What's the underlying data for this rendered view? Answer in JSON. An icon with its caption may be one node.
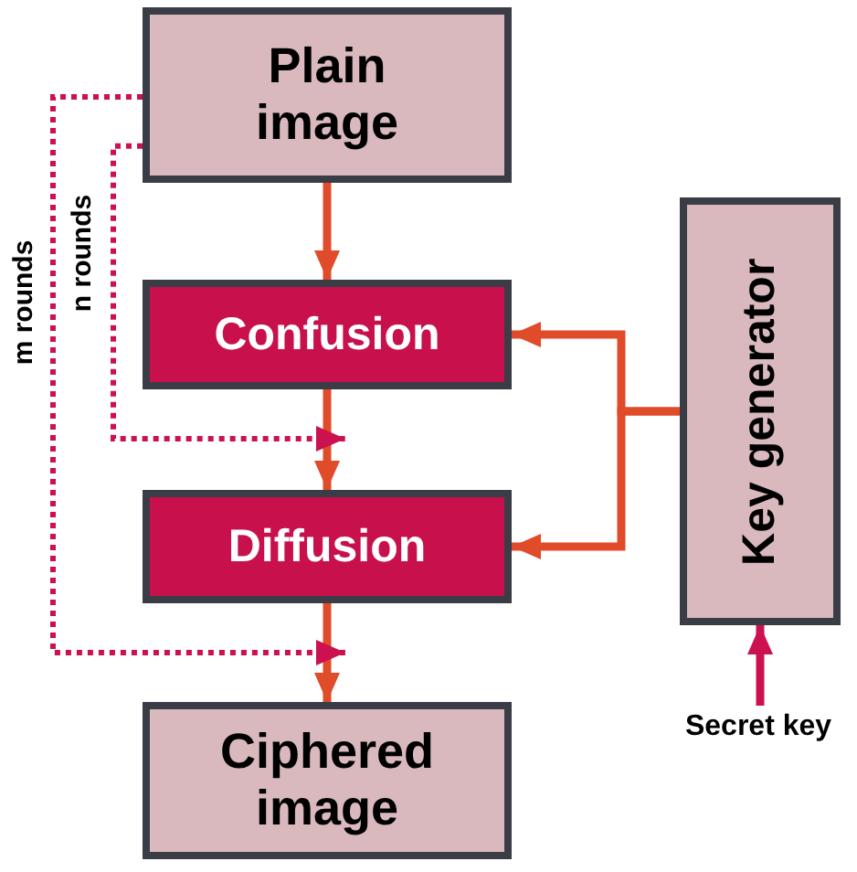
{
  "diagram": {
    "nodes": [
      {
        "text": [
          "Plain image"
        ]
      },
      {
        "text": [
          "Confusion"
        ]
      },
      {
        "text": [
          "Diffusion"
        ]
      },
      {
        "text": [
          "Ciphered image"
        ]
      },
      {
        "text": [
          "Key generator"
        ]
      },
      {
        "text": [
          "Secret key"
        ]
      }
    ],
    "edges": [
      {
        "from": 0,
        "to": 1,
        "arrow": "to"
      },
      {
        "from": 1,
        "to": 2,
        "arrow": "to"
      },
      {
        "from": 2,
        "to": 3,
        "arrow": "to"
      },
      {
        "from": 4,
        "to": 1,
        "arrow": "to"
      },
      {
        "from": 4,
        "to": 2,
        "arrow": "to"
      },
      {
        "from": 5,
        "to": 4,
        "arrow": "to",
        "color": "#cc1150"
      },
      {
        "from": 0,
        "to": 1,
        "arrow": "to",
        "label": "n rounds",
        "style": "dashed",
        "color": "#cc1150"
      },
      {
        "from": 0,
        "to": 2,
        "arrow": "to",
        "label": "m rounds",
        "style": "dashed",
        "color": "#cc1150"
      }
    ]
  }
}
